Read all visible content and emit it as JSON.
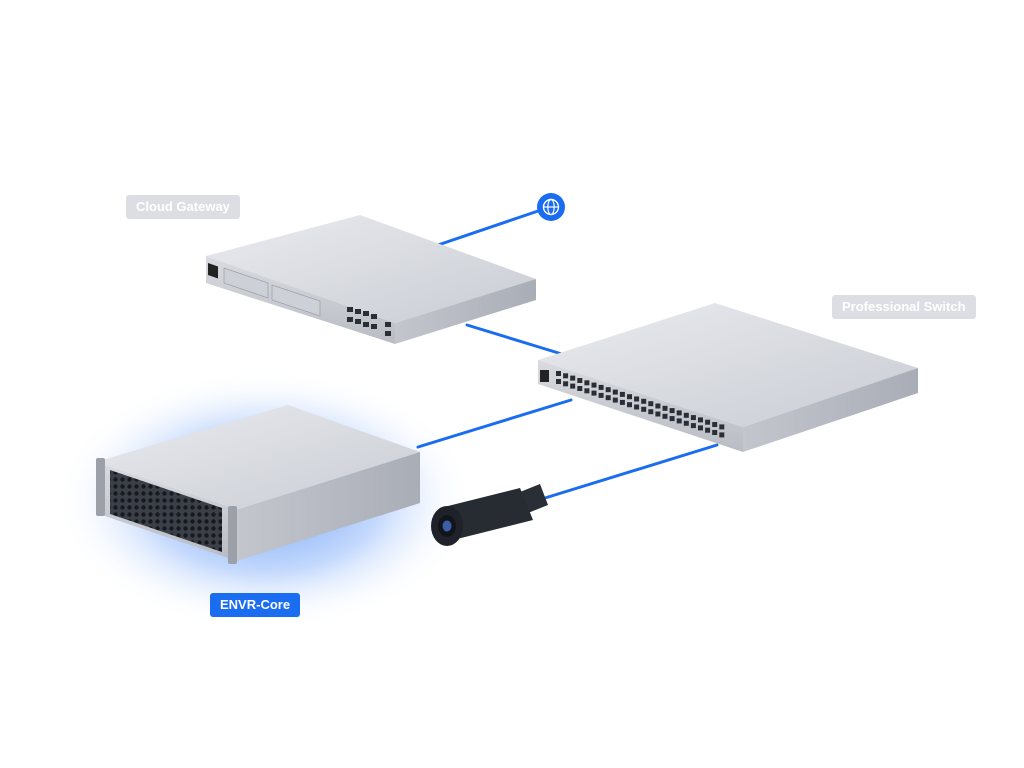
{
  "diagram": {
    "labels": {
      "gateway": "Cloud Gateway",
      "switch": "Professional Switch",
      "envr": "ENVR-Core"
    },
    "colors": {
      "link": "#1a6df0",
      "label_bg": "#dcdee3",
      "label_active_bg": "#1a6df0",
      "glow": "#4f8df7"
    },
    "icons": {
      "internet": "globe-icon",
      "gateway": "rack-router",
      "switch": "rack-switch",
      "envr": "rack-server",
      "camera": "bullet-camera"
    }
  }
}
